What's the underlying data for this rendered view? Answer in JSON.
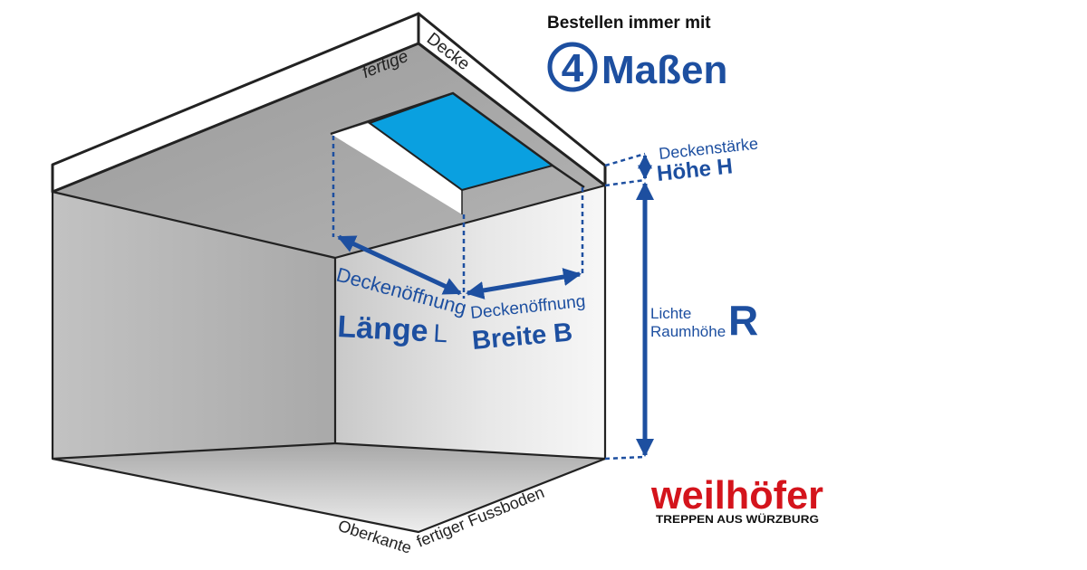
{
  "header": {
    "line1": "Bestellen immer mit",
    "number": "4",
    "word": "Maßen"
  },
  "labels": {
    "ceiling_left": "fertige",
    "ceiling_right": "Decke",
    "floor_left": "Oberkante",
    "floor_right": "fertiger Fussboden",
    "thickness_top": "Deckenstärke",
    "thickness_main": "Höhe H",
    "length_top": "Deckenöffnung",
    "length_main": "Länge",
    "length_letter": "L",
    "width_top": "Deckenöffnung",
    "width_main": "Breite B",
    "room_line1": "Lichte",
    "room_line2": "Raumhöhe",
    "room_letter": "R"
  },
  "logo": {
    "brand": "weilhöfer",
    "tagline": "TREPPEN AUS WÜRZBURG"
  },
  "colors": {
    "dimension_blue": "#1d4fa0",
    "opening_blue": "#0aa0e0",
    "logo_red": "#d4141c"
  }
}
